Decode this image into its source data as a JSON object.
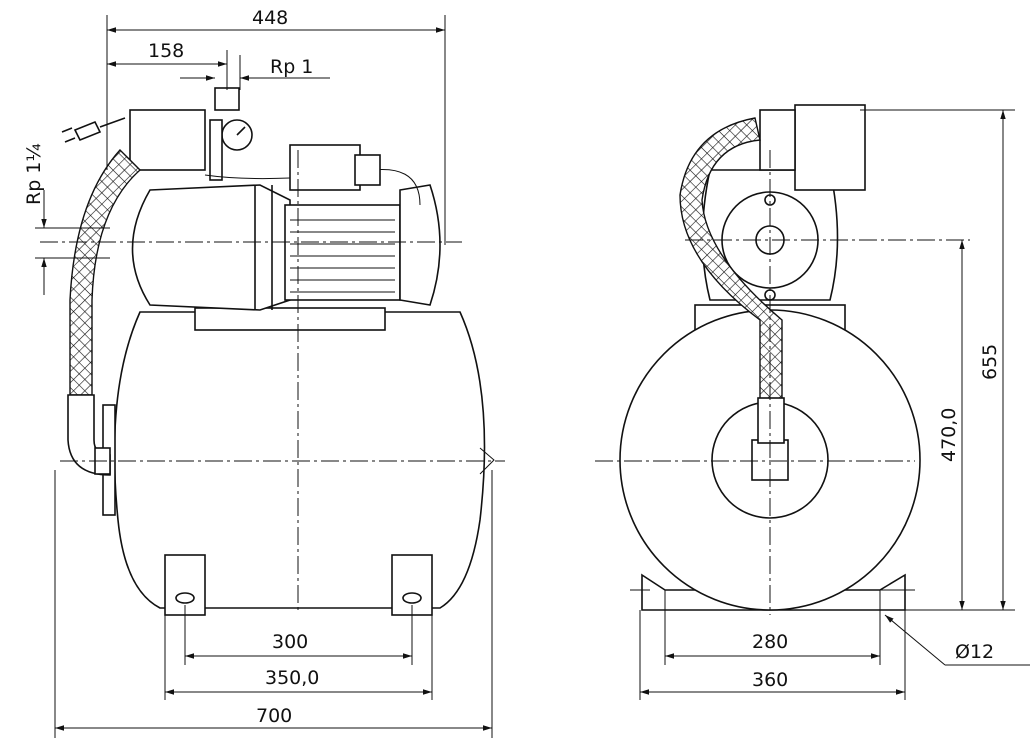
{
  "title": "Pressure booster unit dimension drawing",
  "side_view": {
    "dim_overall_width": "448",
    "dim_outlet_offset": "158",
    "outlet_thread": "Rp 1",
    "inlet_thread": "Rp 1¼",
    "dim_feet_holes": "300",
    "dim_feet_outer": "350,0",
    "dim_total_length": "700"
  },
  "front_view": {
    "dim_axis_height": "470,0",
    "dim_total_height": "655",
    "dim_feet_holes": "280",
    "dim_feet_outer": "360",
    "hole_diameter": "Ø12"
  }
}
